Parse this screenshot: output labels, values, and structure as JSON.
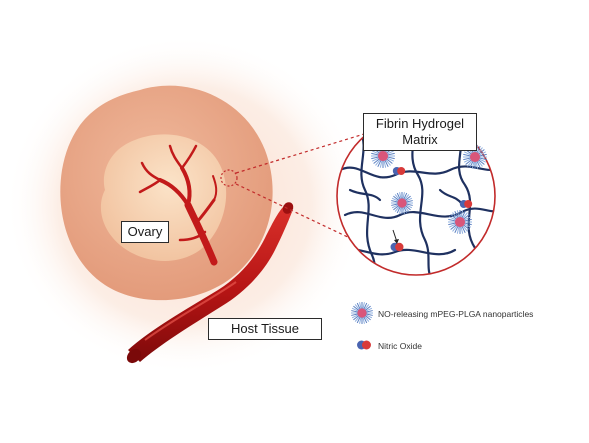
{
  "labels": {
    "ovary": "Ovary",
    "host_tissue": "Host Tissue",
    "fibrin_line1": "Fibrin Hydrogel",
    "fibrin_line2": "Matrix"
  },
  "legend": {
    "nanoparticle": "NO-releasing mPEG-PLGA nanoparticles",
    "nitric_oxide": "Nitric Oxide"
  },
  "colors": {
    "glow": "#fce8dc",
    "host_tissue": "#e9a98b",
    "ovary_inner": "#f6d2b0",
    "vessel": "#c41a1a",
    "vessel_dark": "#8e0d0d",
    "zoom_circle": "#c22b2b",
    "fibrin": "#1f3160",
    "nanoparticle_core": "#d9567a",
    "nanoparticle_spikes": "#5a7fc0",
    "no_red": "#d83a3a",
    "no_blue": "#4a64b0"
  }
}
